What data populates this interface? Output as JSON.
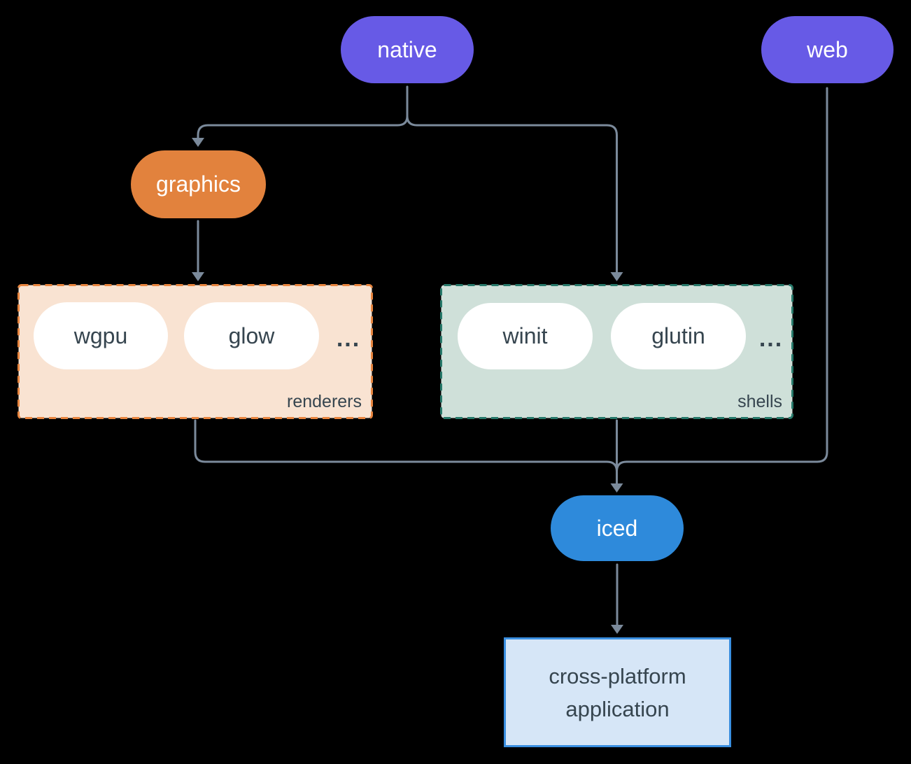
{
  "nodes": {
    "native": {
      "label": "native",
      "color": "#675AE6"
    },
    "web": {
      "label": "web",
      "color": "#675AE6"
    },
    "graphics": {
      "label": "graphics",
      "color": "#E2823D"
    },
    "iced": {
      "label": "iced",
      "color": "#2E8ADB"
    },
    "application": {
      "line1": "cross-platform",
      "line2": "application",
      "fill": "#D6E6F7",
      "border": "#3A8FE0"
    }
  },
  "groups": {
    "renderers": {
      "label": "renderers",
      "items": [
        "wgpu",
        "glow"
      ],
      "ellipsis": "...",
      "fill": "#F9E3D2",
      "border": "#E8853F"
    },
    "shells": {
      "label": "shells",
      "items": [
        "winit",
        "glutin"
      ],
      "ellipsis": "...",
      "fill": "#CFE0D9",
      "border": "#27796A"
    }
  },
  "edges": [
    {
      "from": "native",
      "to": "graphics"
    },
    {
      "from": "native",
      "to": "shells"
    },
    {
      "from": "graphics",
      "to": "renderers"
    },
    {
      "from": "renderers",
      "to": "iced"
    },
    {
      "from": "shells",
      "to": "iced"
    },
    {
      "from": "web",
      "to": "iced"
    },
    {
      "from": "iced",
      "to": "application"
    }
  ],
  "style": {
    "background": "#000000",
    "edge_color": "#7B8A9B",
    "dark_text": "#36454F",
    "pill_text": "#FFFFFF"
  }
}
